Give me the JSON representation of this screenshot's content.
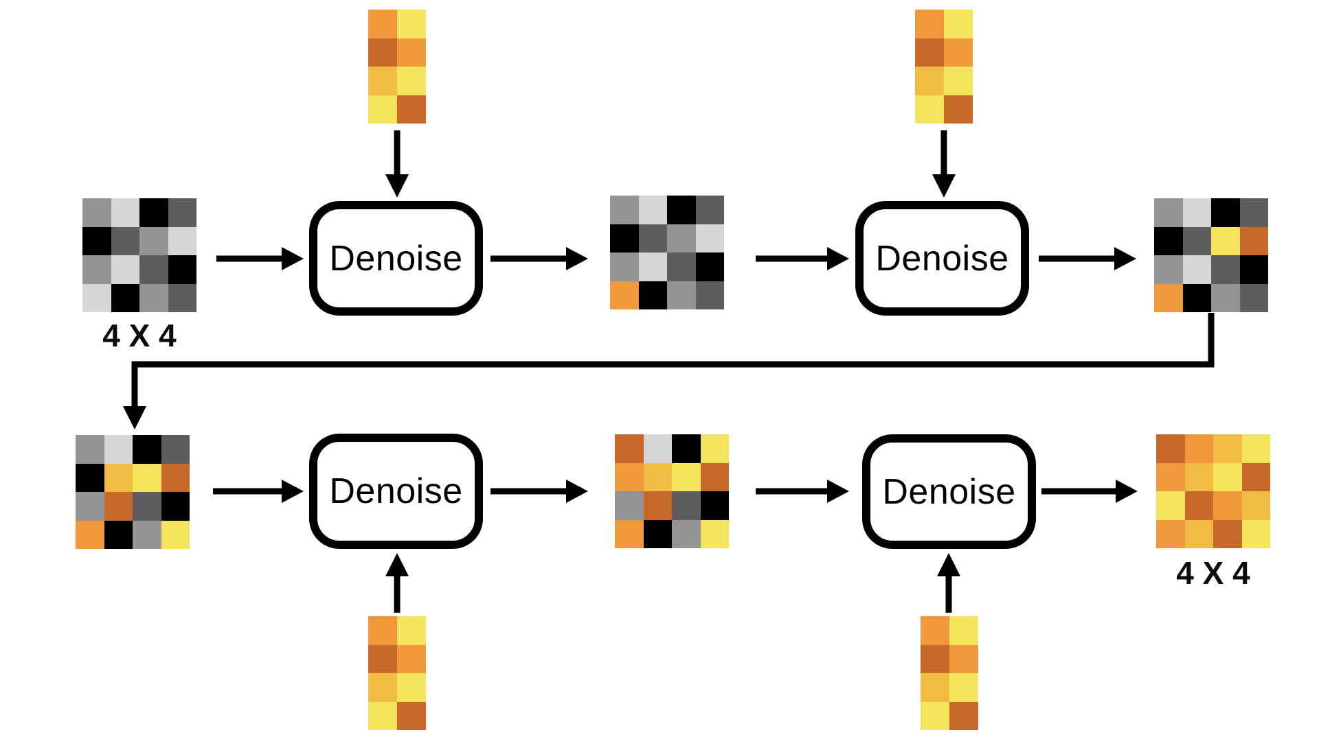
{
  "labels": {
    "denoise": "Denoise",
    "input_size": "4 X 4",
    "output_size": "4 X 4"
  },
  "palette": {
    "black": "#000000",
    "dark_gray": "#5d5d5d",
    "gray": "#949494",
    "light_gray": "#d6d6d6",
    "orange": "#f0993c",
    "dark_orange": "#c8682a",
    "amber": "#f0bc44",
    "yellow": "#f5e35c"
  },
  "grids": {
    "row1_input": [
      [
        "gray",
        "light_gray",
        "black",
        "dark_gray"
      ],
      [
        "black",
        "dark_gray",
        "gray",
        "light_gray"
      ],
      [
        "gray",
        "light_gray",
        "dark_gray",
        "black"
      ],
      [
        "light_gray",
        "black",
        "gray",
        "dark_gray"
      ]
    ],
    "row1_mid": [
      [
        "gray",
        "light_gray",
        "black",
        "dark_gray"
      ],
      [
        "black",
        "dark_gray",
        "gray",
        "light_gray"
      ],
      [
        "gray",
        "light_gray",
        "dark_gray",
        "black"
      ],
      [
        "orange",
        "black",
        "gray",
        "dark_gray"
      ]
    ],
    "row1_out": [
      [
        "gray",
        "light_gray",
        "black",
        "dark_gray"
      ],
      [
        "black",
        "dark_gray",
        "yellow",
        "dark_orange"
      ],
      [
        "gray",
        "light_gray",
        "dark_gray",
        "black"
      ],
      [
        "orange",
        "black",
        "gray",
        "dark_gray"
      ]
    ],
    "row2_input": [
      [
        "gray",
        "light_gray",
        "black",
        "dark_gray"
      ],
      [
        "black",
        "amber",
        "yellow",
        "dark_orange"
      ],
      [
        "gray",
        "dark_orange",
        "dark_gray",
        "black"
      ],
      [
        "orange",
        "black",
        "gray",
        "yellow"
      ]
    ],
    "row2_mid": [
      [
        "dark_orange",
        "light_gray",
        "black",
        "yellow"
      ],
      [
        "orange",
        "amber",
        "yellow",
        "dark_orange"
      ],
      [
        "gray",
        "dark_orange",
        "dark_gray",
        "black"
      ],
      [
        "orange",
        "black",
        "gray",
        "yellow"
      ]
    ],
    "row2_out": [
      [
        "dark_orange",
        "orange",
        "amber",
        "yellow"
      ],
      [
        "orange",
        "amber",
        "yellow",
        "dark_orange"
      ],
      [
        "yellow",
        "dark_orange",
        "orange",
        "amber"
      ],
      [
        "orange",
        "amber",
        "dark_orange",
        "yellow"
      ]
    ]
  },
  "vector_pattern": [
    [
      "orange",
      "yellow"
    ],
    [
      "dark_orange",
      "orange"
    ],
    [
      "amber",
      "yellow"
    ],
    [
      "yellow",
      "dark_orange"
    ]
  ]
}
